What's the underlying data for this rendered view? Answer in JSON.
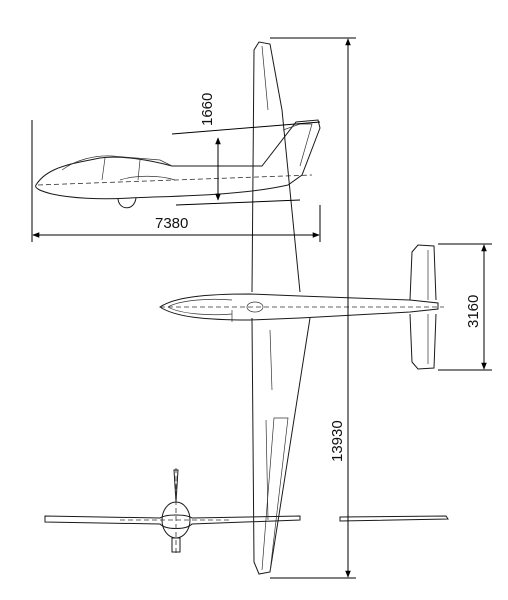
{
  "dimensions": {
    "wingspan": "13930",
    "length": "7380",
    "height": "1660",
    "tail_span": "3160"
  }
}
